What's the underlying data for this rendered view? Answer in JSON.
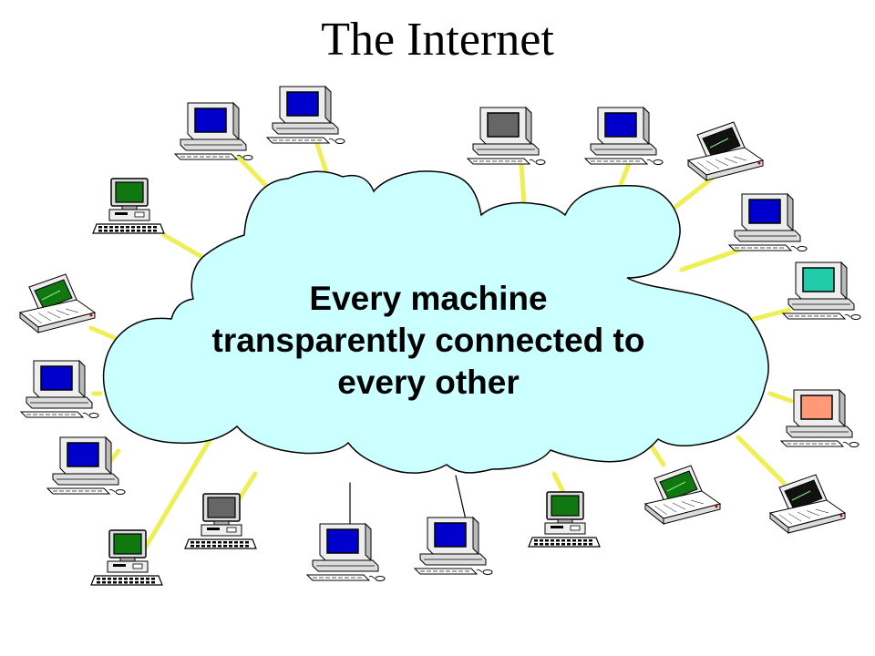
{
  "title": "The Internet",
  "cloud": {
    "fill": "#ccffff",
    "lines": [
      "Every machine",
      "transparently connected to",
      "every other"
    ]
  },
  "colors": {
    "link": "#eeee55",
    "link_short": "#000000"
  },
  "machines": [
    {
      "kind": "desktop",
      "screen": "#0000cc"
    },
    {
      "kind": "desktop",
      "screen": "#0000cc"
    },
    {
      "kind": "desktop",
      "screen": "#666666"
    },
    {
      "kind": "desktop",
      "screen": "#0000cc"
    },
    {
      "kind": "laptop",
      "screen": "#111111"
    },
    {
      "kind": "desktop",
      "screen": "#0000cc"
    },
    {
      "kind": "desktop",
      "screen": "#22ccaa"
    },
    {
      "kind": "laptop",
      "screen": "#117711"
    },
    {
      "kind": "tower",
      "screen": "#117711"
    },
    {
      "kind": "desktop",
      "screen": "#0000cc"
    },
    {
      "kind": "desktop",
      "screen": "#0000cc"
    },
    {
      "kind": "desktop",
      "screen": "#ff9977"
    },
    {
      "kind": "laptop",
      "screen": "#117711"
    },
    {
      "kind": "laptop",
      "screen": "#111111"
    },
    {
      "kind": "tower",
      "screen": "#117711"
    },
    {
      "kind": "tower",
      "screen": "#666666"
    },
    {
      "kind": "desktop",
      "screen": "#0000cc"
    },
    {
      "kind": "desktop",
      "screen": "#0000cc"
    },
    {
      "kind": "tower",
      "screen": "#117711"
    },
    {
      "kind": "tower",
      "screen": "#117711"
    }
  ]
}
